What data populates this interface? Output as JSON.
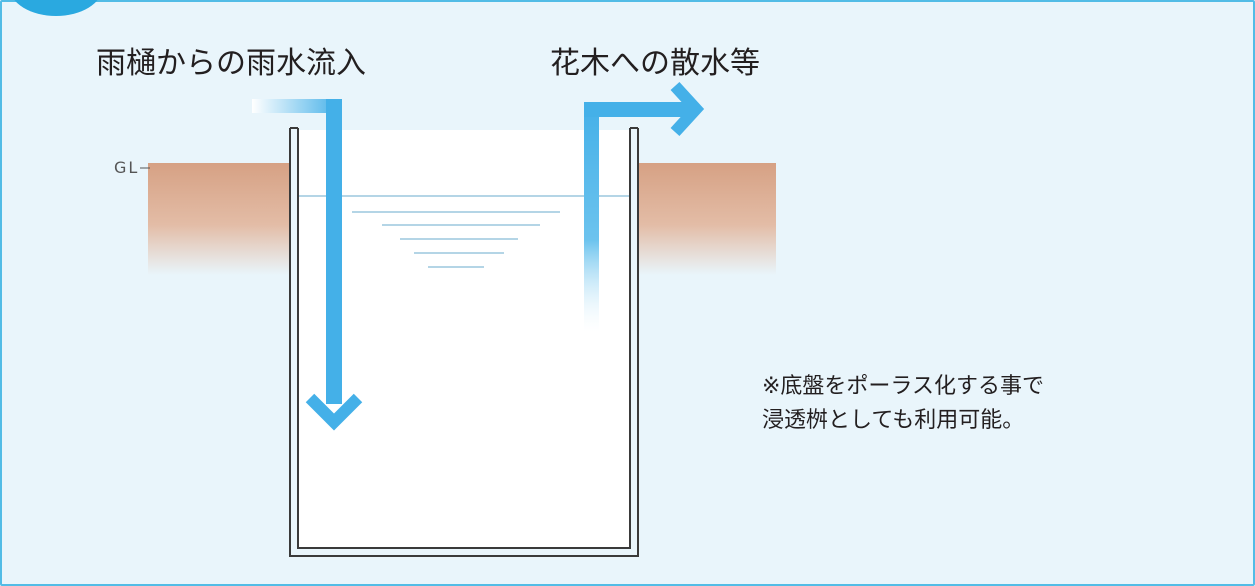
{
  "labels": {
    "inflow": "雨樋からの雨水流入",
    "outflow": "花木への散水等",
    "ground_level": "GL"
  },
  "note": {
    "line1": "※底盤をポーラス化する事で",
    "line2": "浸透桝としても利用可能。"
  },
  "colors": {
    "frame_border": "#52bce6",
    "background": "#e9f5fb",
    "arrow": "#44b0e8",
    "soil": "#d9a88d",
    "tank_wall": "#3a3a3a",
    "water_line": "#9cc7dd"
  },
  "icons": {
    "inflow_arrow": "arrow-down-icon",
    "outflow_arrow": "arrow-right-icon"
  }
}
